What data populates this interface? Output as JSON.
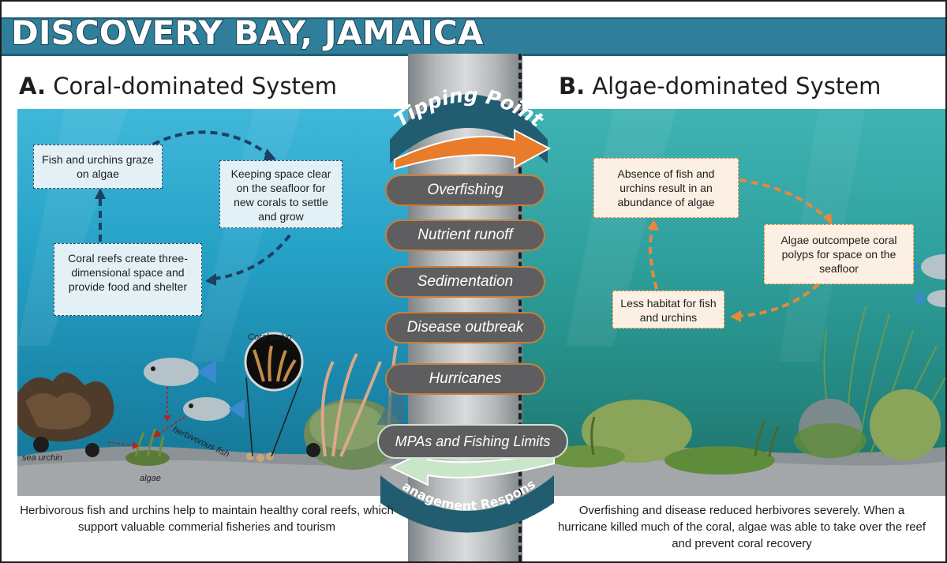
{
  "header": {
    "title": "DISCOVERY BAY, JAMAICA"
  },
  "section_a": {
    "letter": "A.",
    "title": "Coral-dominated System",
    "caption": "Herbivorous fish and urchins help to maintain healthy coral reefs, which support valuable commerial fisheries and tourism"
  },
  "section_b": {
    "letter": "B.",
    "title": "Algae-dominated System",
    "caption": "Overfishing and disease reduced herbivores severely. When a hurricane killed much of the coral, algae was able to take over the reef and prevent coral recovery"
  },
  "panel_a": {
    "cycle": [
      "Fish and urchins graze on algae",
      "Keeping space clear on the seafloor for new corals to settle and grow",
      "Coral reefs create three-dimensional space and provide food and shelter"
    ],
    "labels": {
      "sea_urchin": "sea urchin",
      "algae": "algae",
      "herbivorous_fish": "herbivorous fish",
      "coral_polyp": "Coral polyp"
    }
  },
  "panel_b": {
    "cycle": [
      "Absence of fish and urchins result in an abundance of algae",
      "Algae outcompete coral polyps for space on the seafloor",
      "Less habitat for fish and urchins"
    ]
  },
  "center": {
    "tipping_point": "Tipping Point",
    "stressors": [
      "Overfishing",
      "Nutrient runoff",
      "Sedimentation",
      "Disease outbreak",
      "Hurricanes"
    ],
    "management": "MPAs and Fishing Limits",
    "management_response": "Management Response"
  },
  "colors": {
    "title_bar": "#2f7e9a",
    "coral_box_border": "#2a4a66",
    "algae_box_border": "#e58a3a",
    "tipping_arrow": "#e87c2a",
    "pill_fill": "#5e5e60"
  }
}
